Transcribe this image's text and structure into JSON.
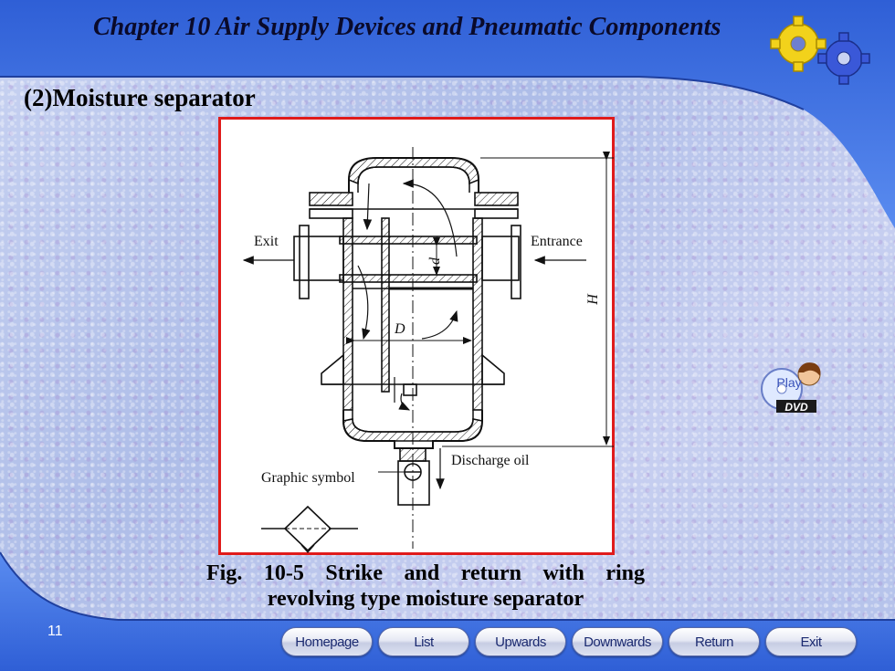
{
  "header": {
    "title": "Chapter 10 Air Supply Devices and Pneumatic Components"
  },
  "section": {
    "title": "(2)Moisture separator"
  },
  "figure": {
    "labels": {
      "exit": "Exit",
      "entrance": "Entrance",
      "d_small": "d",
      "d_large": "D",
      "height": "H",
      "discharge_oil": "Discharge oil",
      "graphic_symbol": "Graphic symbol"
    },
    "caption_line1": "Fig. 10-5 Strike and return with ring",
    "caption_line2": "revolving type moisture separator"
  },
  "play_button": {
    "play": "Play",
    "dvd": "DVD"
  },
  "page_number": "11",
  "nav": {
    "homepage": "Homepage",
    "list": "List",
    "upwards": "Upwards",
    "downwards": "Downwards",
    "return": "Return",
    "exit": "Exit"
  },
  "colors": {
    "theme_blue": "#3b6fe0",
    "figure_border": "#e01b1b",
    "nav_text": "#1b2a70"
  }
}
